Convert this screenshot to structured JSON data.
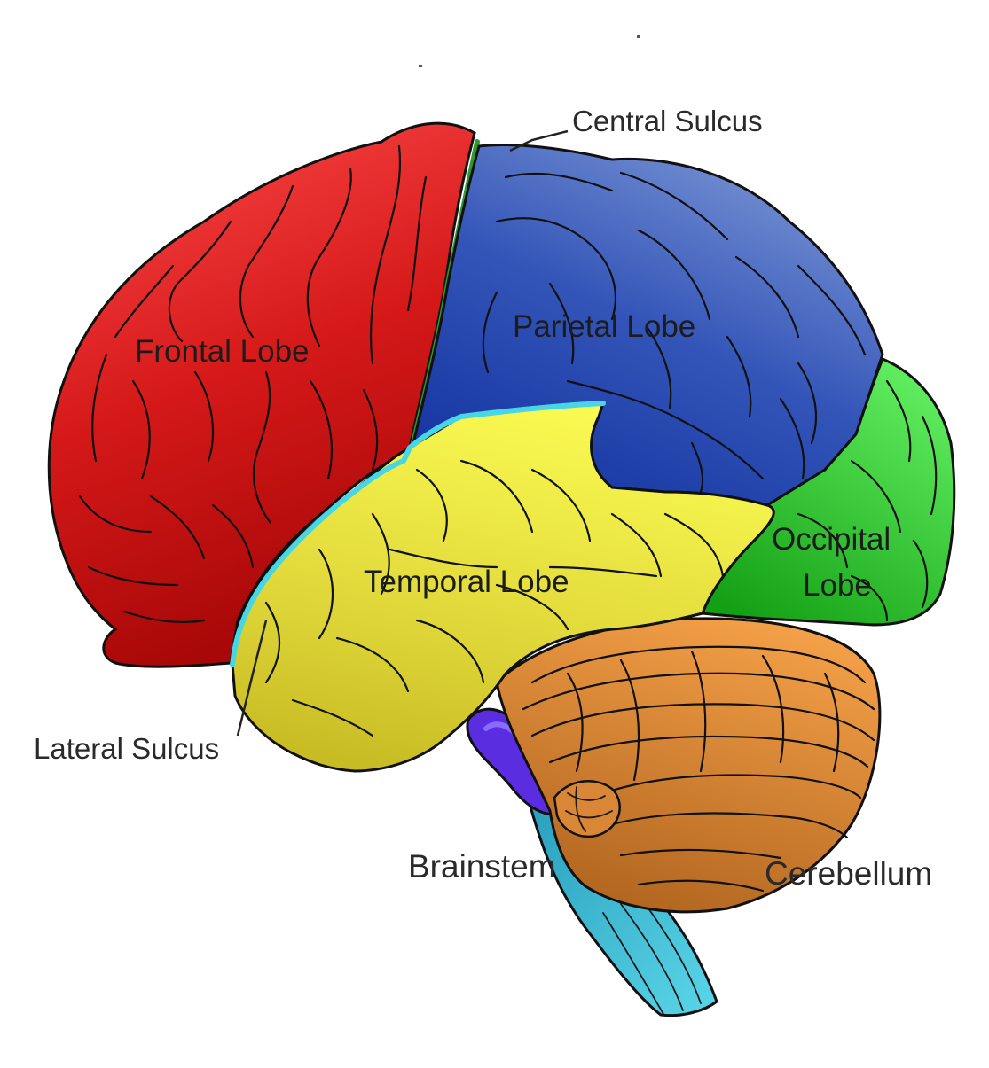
{
  "labels": {
    "central_sulcus": "Central Sulcus",
    "frontal_lobe": "Frontal Lobe",
    "parietal_lobe": "Parietal Lobe",
    "temporal_lobe": "Temporal Lobe",
    "occipital_lobe_line1": "Occipital",
    "occipital_lobe_line2": "Lobe",
    "lateral_sulcus": "Lateral Sulcus",
    "brainstem": "Brainstem",
    "cerebellum": "Cerebellum"
  },
  "colors": {
    "frontal": "#cc1414",
    "parietal": "#2f4fb0",
    "temporal": "#e6e03a",
    "occipital": "#2cc12c",
    "cerebellum": "#c9782a",
    "brainstem": "#2aa6c4",
    "pons": "#5a2ee0",
    "central_sulcus_line": "#2e9a2e",
    "lateral_sulcus_line": "#46d6e6"
  }
}
